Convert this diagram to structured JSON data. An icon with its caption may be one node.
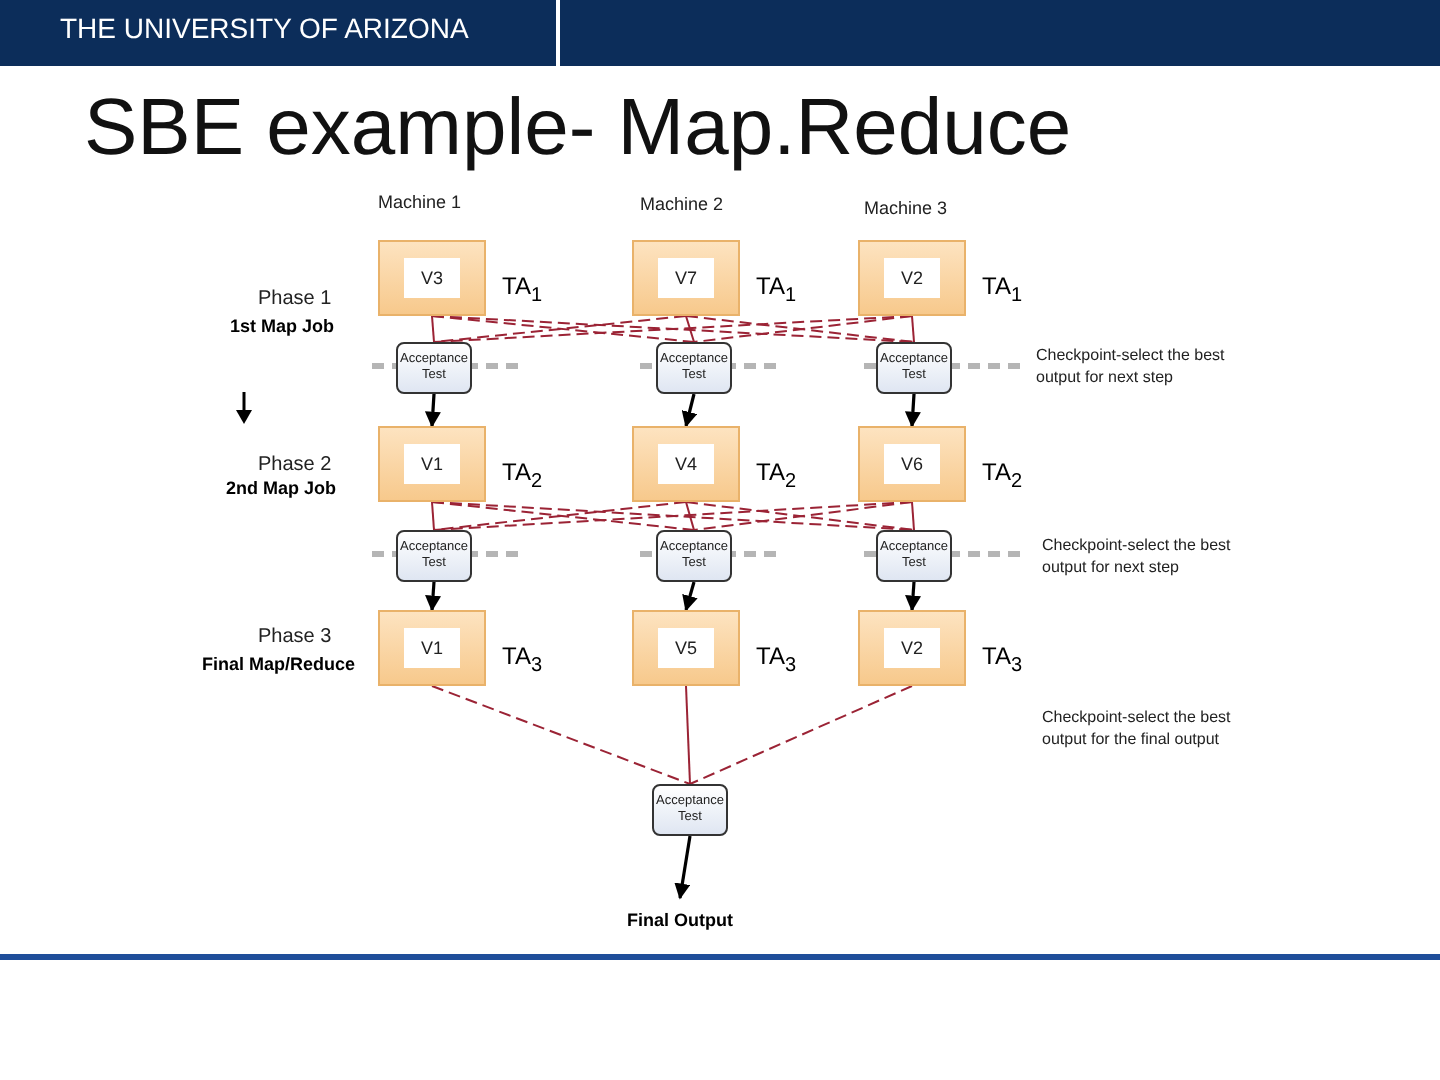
{
  "diagram": {
    "title": "SBE example- Map.Reduce",
    "nodes": [
      {
        "text": [
          "V3"
        ],
        "beside": [
          "TA$_{1}$"
        ]
      },
      {
        "text": [
          "V7"
        ],
        "beside": [
          "TA$_{1}$"
        ]
      },
      {
        "text": [
          "V2"
        ],
        "beside": [
          "TA$_{1}$"
        ]
      },
      {
        "text": [
          "V1"
        ],
        "beside": [
          "TA$_{2}$"
        ]
      },
      {
        "text": [
          "V4"
        ],
        "beside": [
          "TA$_{2}$"
        ]
      },
      {
        "text": [
          "V6"
        ],
        "beside": [
          "TA$_{2}$"
        ]
      },
      {
        "text": [
          "V1"
        ],
        "beside": [
          "TA$_{3}$"
        ]
      },
      {
        "text": [
          "V5"
        ],
        "beside": [
          "TA$_{3}$"
        ]
      },
      {
        "text": [
          "V2"
        ],
        "beside": [
          "TA$_{3}$"
        ]
      },
      {
        "text": [
          "Acceptance Test"
        ]
      },
      {
        "text": [
          "Acceptance Test"
        ]
      },
      {
        "text": [
          "Acceptance Test"
        ]
      },
      {
        "text": [
          "Acceptance Test"
        ]
      },
      {
        "text": [
          "Acceptance Test"
        ]
      },
      {
        "text": [
          "Acceptance Test"
        ]
      },
      {
        "text": [
          "Acceptance Test"
        ]
      },
      {
        "text": [
          "Final Output"
        ]
      }
    ],
    "edges": [
      {
        "from": 0,
        "to": 9,
        "arrow": "none"
      },
      {
        "from": 0,
        "to": 10,
        "arrow": "none",
        "style": "dashed"
      },
      {
        "from": 0,
        "to": 11,
        "arrow": "none",
        "style": "dashed"
      },
      {
        "from": 1,
        "to": 9,
        "arrow": "none",
        "style": "dashed"
      },
      {
        "from": 1,
        "to": 10,
        "arrow": "none"
      },
      {
        "from": 1,
        "to": 11,
        "arrow": "none",
        "style": "dashed"
      },
      {
        "from": 2,
        "to": 9,
        "arrow": "none",
        "style": "dashed"
      },
      {
        "from": 2,
        "to": 10,
        "arrow": "none",
        "style": "dashed"
      },
      {
        "from": 2,
        "to": 11,
        "arrow": "none"
      },
      {
        "from": 9,
        "to": 3,
        "arrow": "to",
        "color": "#000000"
      },
      {
        "from": 10,
        "to": 4,
        "arrow": "to",
        "color": "#000000"
      },
      {
        "from": 11,
        "to": 5,
        "arrow": "to",
        "color": "#000000"
      },
      {
        "from": 3,
        "to": 12,
        "arrow": "none"
      },
      {
        "from": 3,
        "to": 13,
        "arrow": "none",
        "style": "dashed"
      },
      {
        "from": 3,
        "to": 14,
        "arrow": "none",
        "style": "dashed"
      },
      {
        "from": 4,
        "to": 12,
        "arrow": "none",
        "style": "dashed"
      },
      {
        "from": 4,
        "to": 13,
        "arrow": "none"
      },
      {
        "from": 4,
        "to": 14,
        "arrow": "none",
        "style": "dashed"
      },
      {
        "from": 5,
        "to": 12,
        "arrow": "none",
        "style": "dashed"
      },
      {
        "from": 5,
        "to": 13,
        "arrow": "none",
        "style": "dashed"
      },
      {
        "from": 5,
        "to": 14,
        "arrow": "none"
      },
      {
        "from": 12,
        "to": 6,
        "arrow": "to",
        "color": "#000000"
      },
      {
        "from": 13,
        "to": 7,
        "arrow": "to",
        "color": "#000000"
      },
      {
        "from": 14,
        "to": 8,
        "arrow": "to",
        "color": "#000000"
      },
      {
        "from": 6,
        "to": 15,
        "arrow": "none",
        "style": "dashed"
      },
      {
        "from": 7,
        "to": 15,
        "arrow": "none"
      },
      {
        "from": 8,
        "to": 15,
        "arrow": "none",
        "style": "dashed"
      },
      {
        "from": 15,
        "to": 16,
        "arrow": "to",
        "color": "#000000"
      }
    ],
    "labels": [
      "THE UNIVERSITY OF ARIZONA",
      "Machine 1",
      "Machine 2",
      "Machine 3",
      "Phase 1",
      "1st Map Job",
      "Phase 2",
      "2nd Map Job",
      "Phase 3",
      "Final Map/Reduce",
      "Checkpoint-select the best output for next step",
      "Checkpoint-select the best output for next step",
      "Checkpoint-select the best output for the final output"
    ]
  }
}
